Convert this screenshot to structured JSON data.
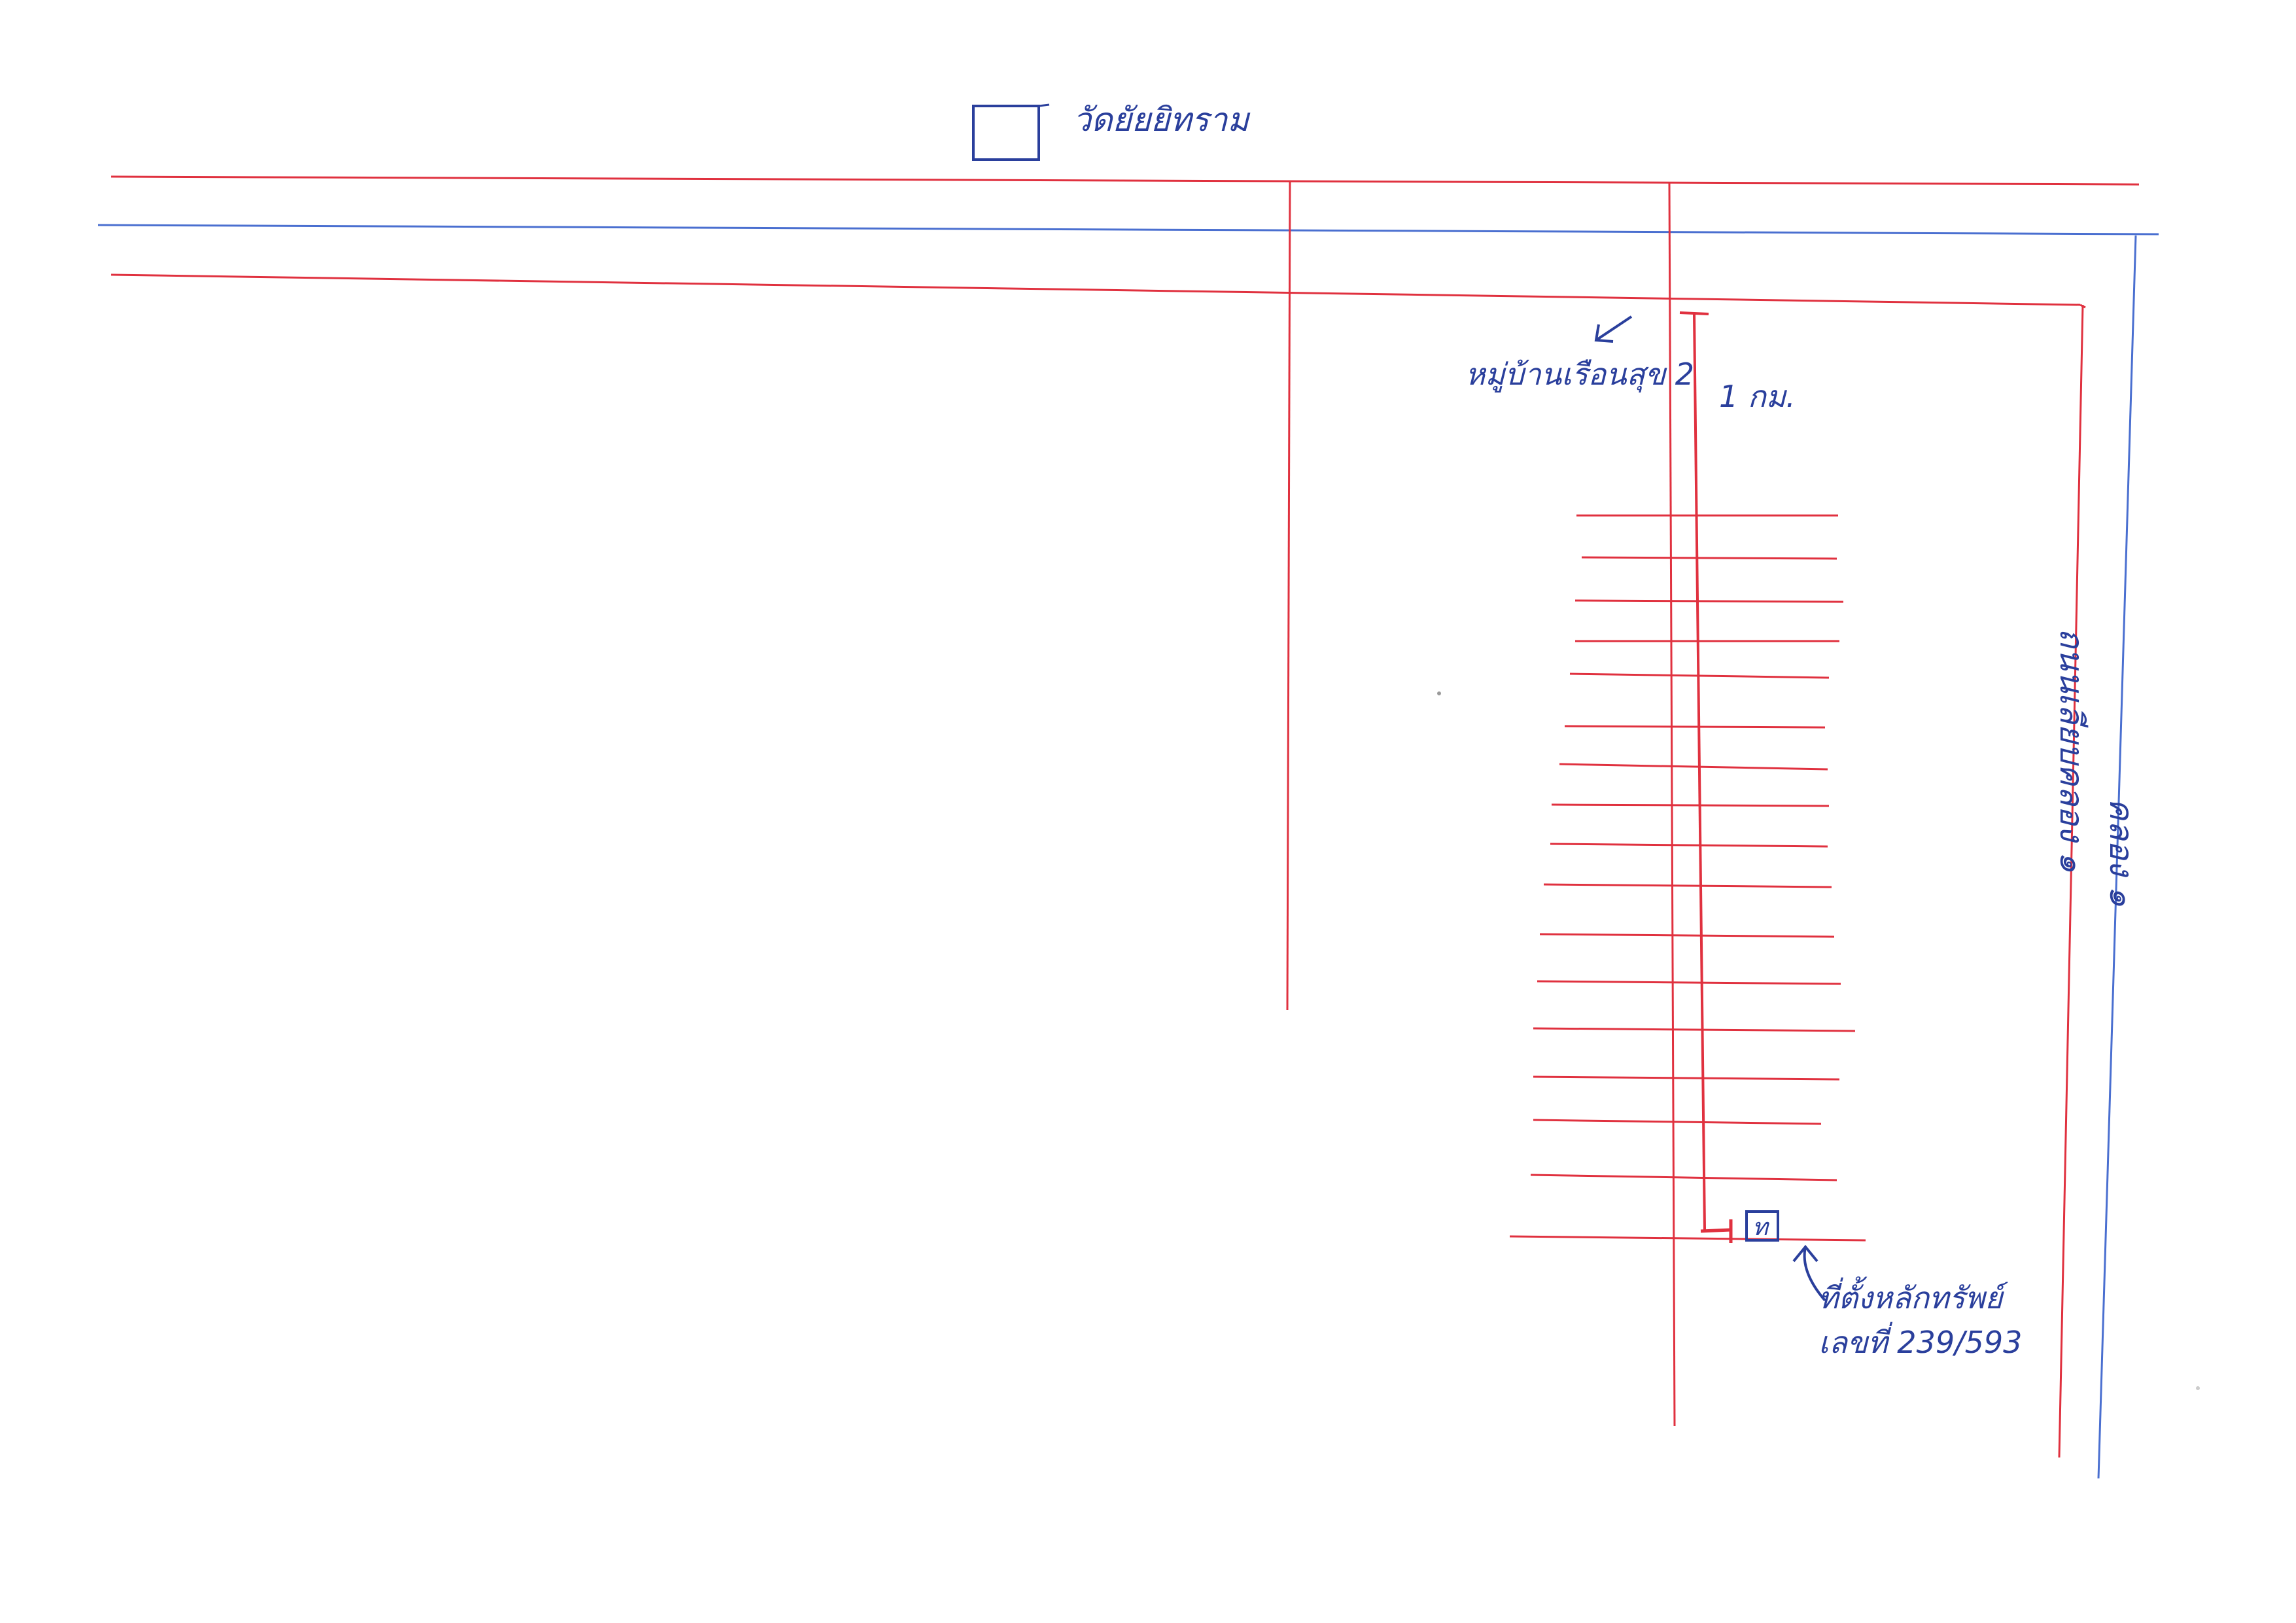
{
  "labels": {
    "temple": "วัดยัยยิทราม",
    "village_mark": "หมู่บ้านเรือนสุข 2",
    "distance": "1 กม.",
    "road_side": "ถนนเลียบคลอง ๑",
    "canal": "คลอง ๑",
    "property_line1": "ที่ตั้งหลักทรัพย์",
    "property_line2": "เลขที่ 239/593",
    "property_box": "ท"
  },
  "colors": {
    "ink_red": "#e0313f",
    "ink_blue": "#2a3f9c",
    "canal_blue": "#4a6fd0"
  },
  "icons": {
    "temple": "temple-box-icon",
    "property": "property-box-icon",
    "arrow": "pointer-arrow-icon"
  }
}
